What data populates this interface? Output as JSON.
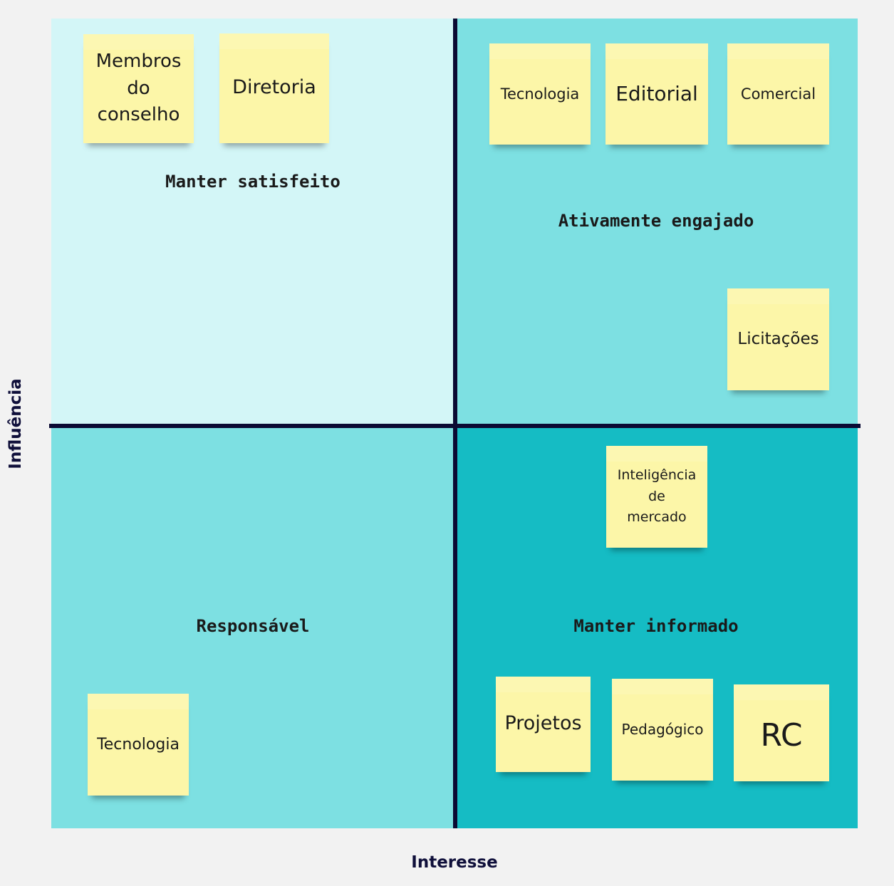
{
  "axes": {
    "x_label": "Interesse",
    "y_label": "Influência"
  },
  "quadrants": {
    "top_left": "Manter satisfeito",
    "top_right": "Ativamente engajado",
    "bottom_left": "Responsável",
    "bottom_right": "Manter informado"
  },
  "stickies": {
    "membros_conselho": "Membros\ndo\nconselho",
    "diretoria": "Diretoria",
    "tecnologia_top": "Tecnologia",
    "editorial": "Editorial",
    "comercial": "Comercial",
    "licitacoes": "Licitações",
    "inteligencia_mercado": "Inteligência\nde\nmercado",
    "tecnologia_bottom": "Tecnologia",
    "projetos": "Projetos",
    "pedagogico": "Pedagógico",
    "rc": "RC"
  },
  "colors": {
    "background": "#f2f2f2",
    "quadrant_light": "#d3f6f7",
    "quadrant_mid": "#7de0e2",
    "quadrant_dark": "#15bcc4",
    "axis_line": "#0a0a33",
    "sticky_note": "#fcf6a8"
  }
}
